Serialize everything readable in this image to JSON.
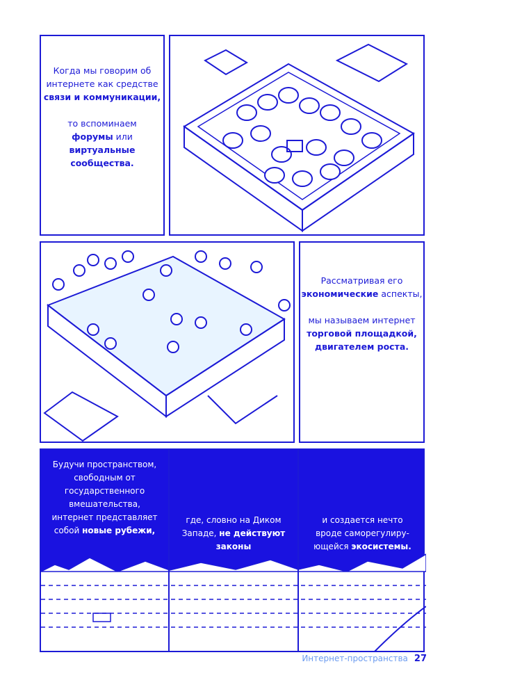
{
  "panel1": {
    "line1": "Когда мы говорим об",
    "line2": "интернете как средстве",
    "line3": "связи и коммуникации,",
    "line4": "то вспоминаем",
    "line5a": "форумы",
    "line5b": " или",
    "line6": "виртуальные",
    "line7": "сообщества."
  },
  "panel4": {
    "line1": "Рассматривая его",
    "line2a": "экономические",
    "line2b": " аспекты,",
    "line3": "мы называем интернет",
    "line4": "торговой площадкой,",
    "line5": "двигателем роста."
  },
  "panel5": {
    "line1": "Будучи пространством,",
    "line2": "свободным от",
    "line3": "государственного",
    "line4": "вмешательства,",
    "line5": "интернет представляет",
    "line6a": "собой ",
    "line6b": "новые рубежи,"
  },
  "panel6": {
    "line1": "где, словно на Диком",
    "line2a": "Западе, ",
    "line2b": "не действуют",
    "line3": "законы"
  },
  "panel7": {
    "line1": "и создается нечто",
    "line2": "вроде саморегулиру-",
    "line3a": "ющейся ",
    "line3b": "экосистемы."
  },
  "footer": {
    "section": "Интернет-пространства",
    "page": "27"
  },
  "colors": {
    "ink": "#1c1ad6",
    "night": "#1a12e0"
  }
}
